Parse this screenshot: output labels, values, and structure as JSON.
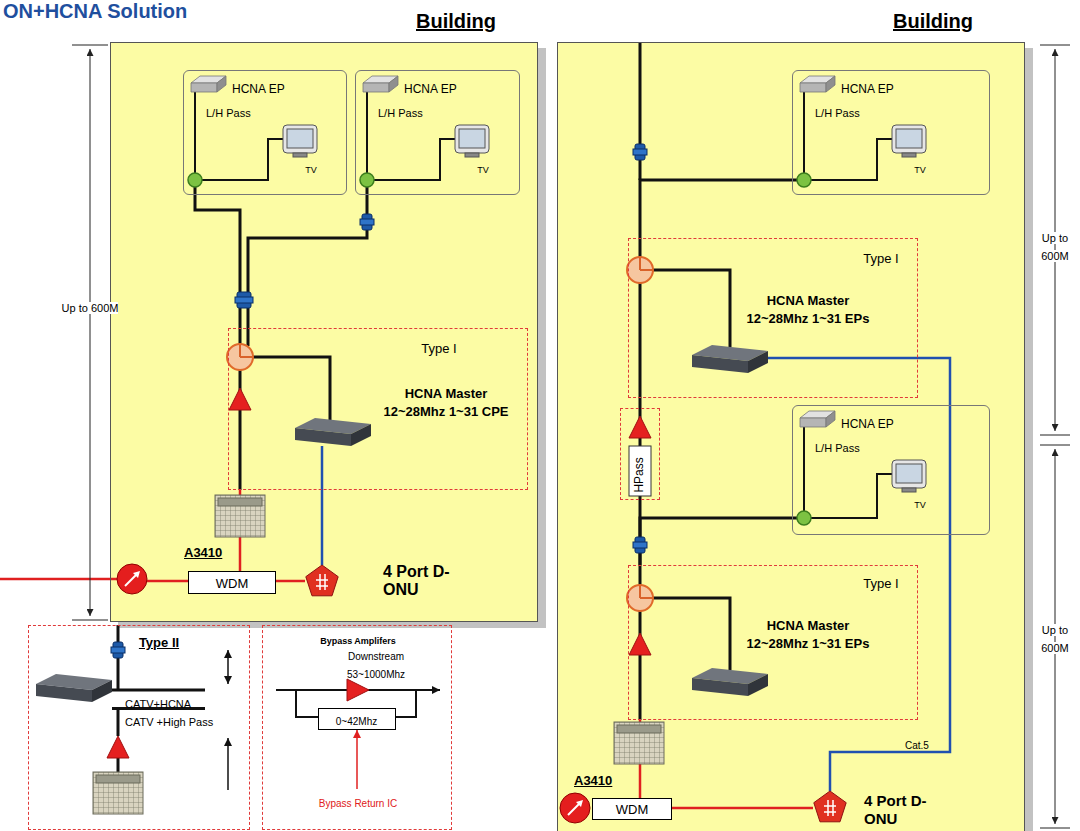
{
  "diagram": {
    "title": "ON+HCNA Solution",
    "nodes": [
      {
        "text": [
          "Building"
        ]
      },
      {
        "text": [
          "Building"
        ]
      },
      {
        "text": [
          "HCNA EP",
          "L/H Pass",
          "TV"
        ],
        "in": 0
      },
      {
        "text": [
          "HCNA EP",
          "L/H Pass",
          "TV"
        ],
        "in": 0
      },
      {
        "text": [
          "Type I",
          "HCNA Master 12~28Mhz 1~31 CPE"
        ],
        "in": 0
      },
      {
        "text": [
          "WDM"
        ],
        "in": 0
      },
      {
        "text": [
          "HCNA EP",
          "L/H Pass",
          "TV"
        ],
        "in": 1
      },
      {
        "text": [
          "Type I",
          "HCNA Master 12~28Mhz 1~31 EPs"
        ],
        "in": 1
      },
      {
        "text": [
          "HPass"
        ],
        "in": 1
      },
      {
        "text": [
          "HCNA EP",
          "L/H Pass",
          "TV"
        ],
        "in": 1
      },
      {
        "text": [
          "Type I",
          "HCNA Master 12~28Mhz 1~31 EPs"
        ],
        "in": 1
      },
      {
        "text": [
          "WDM"
        ],
        "in": 1
      },
      {
        "text": [
          "Type II",
          "CATV+HCNA",
          "CATV +High Pass"
        ]
      },
      {
        "text": [
          "Bypass Amplifers",
          "Downstream 53~1000Mhz",
          "Bypass Return IC"
        ]
      },
      {
        "text": [
          "0~42Mhz"
        ],
        "in": 13
      }
    ],
    "edges": [
      {
        "from": 4,
        "to": 2,
        "arrow": "none"
      },
      {
        "from": 4,
        "to": 3,
        "arrow": "none"
      },
      {
        "from": 5,
        "to": 4,
        "arrow": "none"
      },
      {
        "from": 11,
        "to": 10,
        "arrow": "none"
      },
      {
        "from": 10,
        "to": 9,
        "arrow": "none"
      },
      {
        "from": 10,
        "to": 8,
        "arrow": "none"
      },
      {
        "from": 8,
        "to": 7,
        "arrow": "none"
      },
      {
        "from": 7,
        "to": 6,
        "arrow": "none"
      }
    ],
    "labels": [
      "Up to 600M",
      "A3410",
      "4 Port D-ONU",
      "Up to 600M",
      "Up to 600M",
      "Cat.5",
      "A3410",
      "4 Port D-ONU"
    ]
  }
}
